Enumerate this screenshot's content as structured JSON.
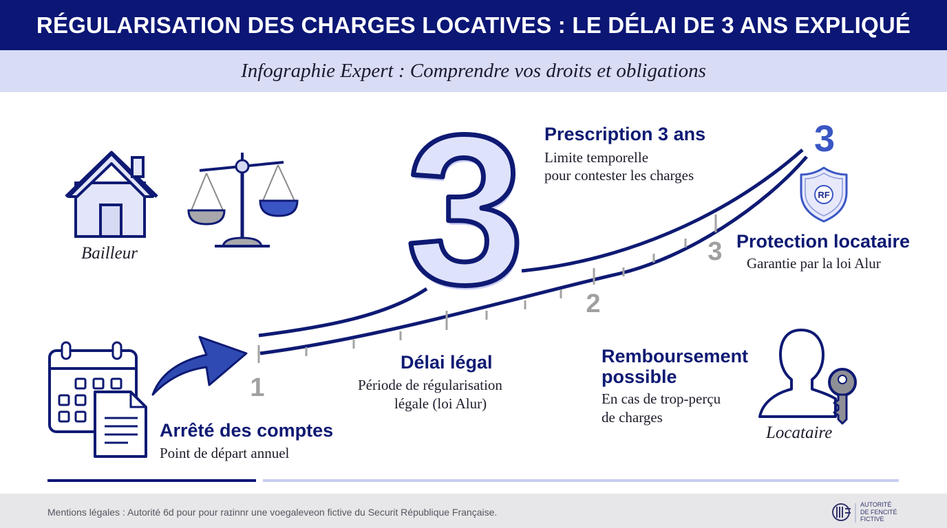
{
  "header": {
    "title": "RÉGULARISATION DES CHARGES LOCATIVES : LE DÉLAI DE 3 ANS EXPLIQUÉ",
    "subtitle": "Infographie Expert : Comprendre vos droits et obligations"
  },
  "colors": {
    "navy": "#0b1675",
    "lavender": "#d9dcf5",
    "accent_blue": "#2f4bb3",
    "gray_marker": "#9a9a9a"
  },
  "icons": [
    "house-icon",
    "scales-icon",
    "calendar-icon",
    "document-icon",
    "arrow-icon",
    "shield-rf-icon",
    "person-icon",
    "key-icon"
  ],
  "big_number": "3",
  "bailleur": {
    "label": "Bailleur"
  },
  "locataire": {
    "label": "Locataire"
  },
  "steps": {
    "arrete": {
      "title": "Arrêté des comptes",
      "desc": "Point de départ annuel"
    },
    "delai": {
      "title": "Délai légal",
      "desc_line1": "Période de régularisation",
      "desc_line2": "légale (loi Alur)"
    },
    "prescription": {
      "title": "Prescription 3 ans",
      "desc_line1": "Limite temporelle",
      "desc_line2": "pour contester les charges"
    },
    "protection": {
      "title": "Protection locataire",
      "desc": "Garantie par la loi Alur"
    },
    "remboursement": {
      "title_line1": "Remboursement",
      "title_line2": "possible",
      "desc_line1": "En cas de trop-perçu",
      "desc_line2": "de charges"
    }
  },
  "timeline": {
    "markers": [
      "1",
      "2",
      "3"
    ],
    "end_marker": "3"
  },
  "shield_text": "RF",
  "footer": {
    "legal": "Mentions légales : Autorité 6d pour pour raɪinnr une voegaleveon fictive du Securit République Française.",
    "logo_lines": [
      "AUTORITÉ",
      "DE FENCITÉ",
      "FICTIVE"
    ]
  }
}
